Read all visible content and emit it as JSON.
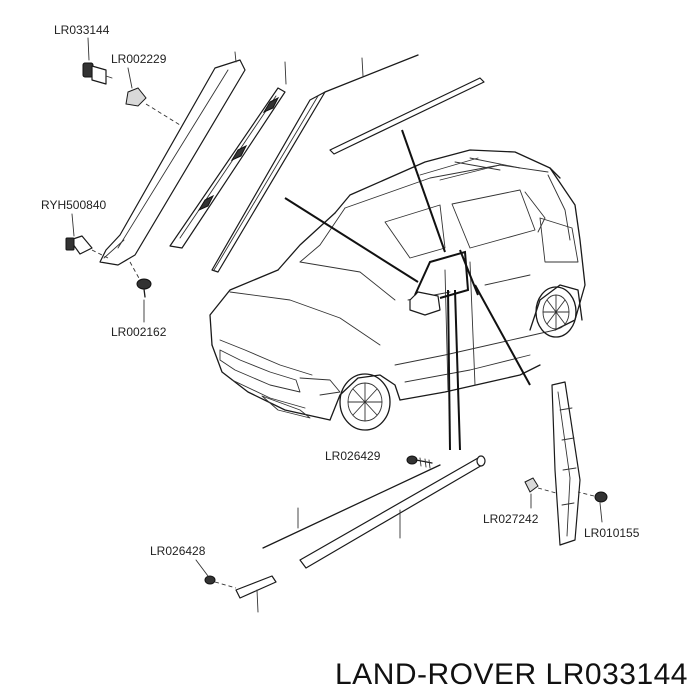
{
  "labels": {
    "lr033144": "LR033144",
    "lr002229": "LR002229",
    "ryh500840": "RYH500840",
    "lr002162": "LR002162",
    "lr026429": "LR026429",
    "lr027242": "LR027242",
    "lr010155": "LR010155",
    "lr026428": "LR026428"
  },
  "footer": {
    "text": "LAND-ROVER LR033144"
  }
}
